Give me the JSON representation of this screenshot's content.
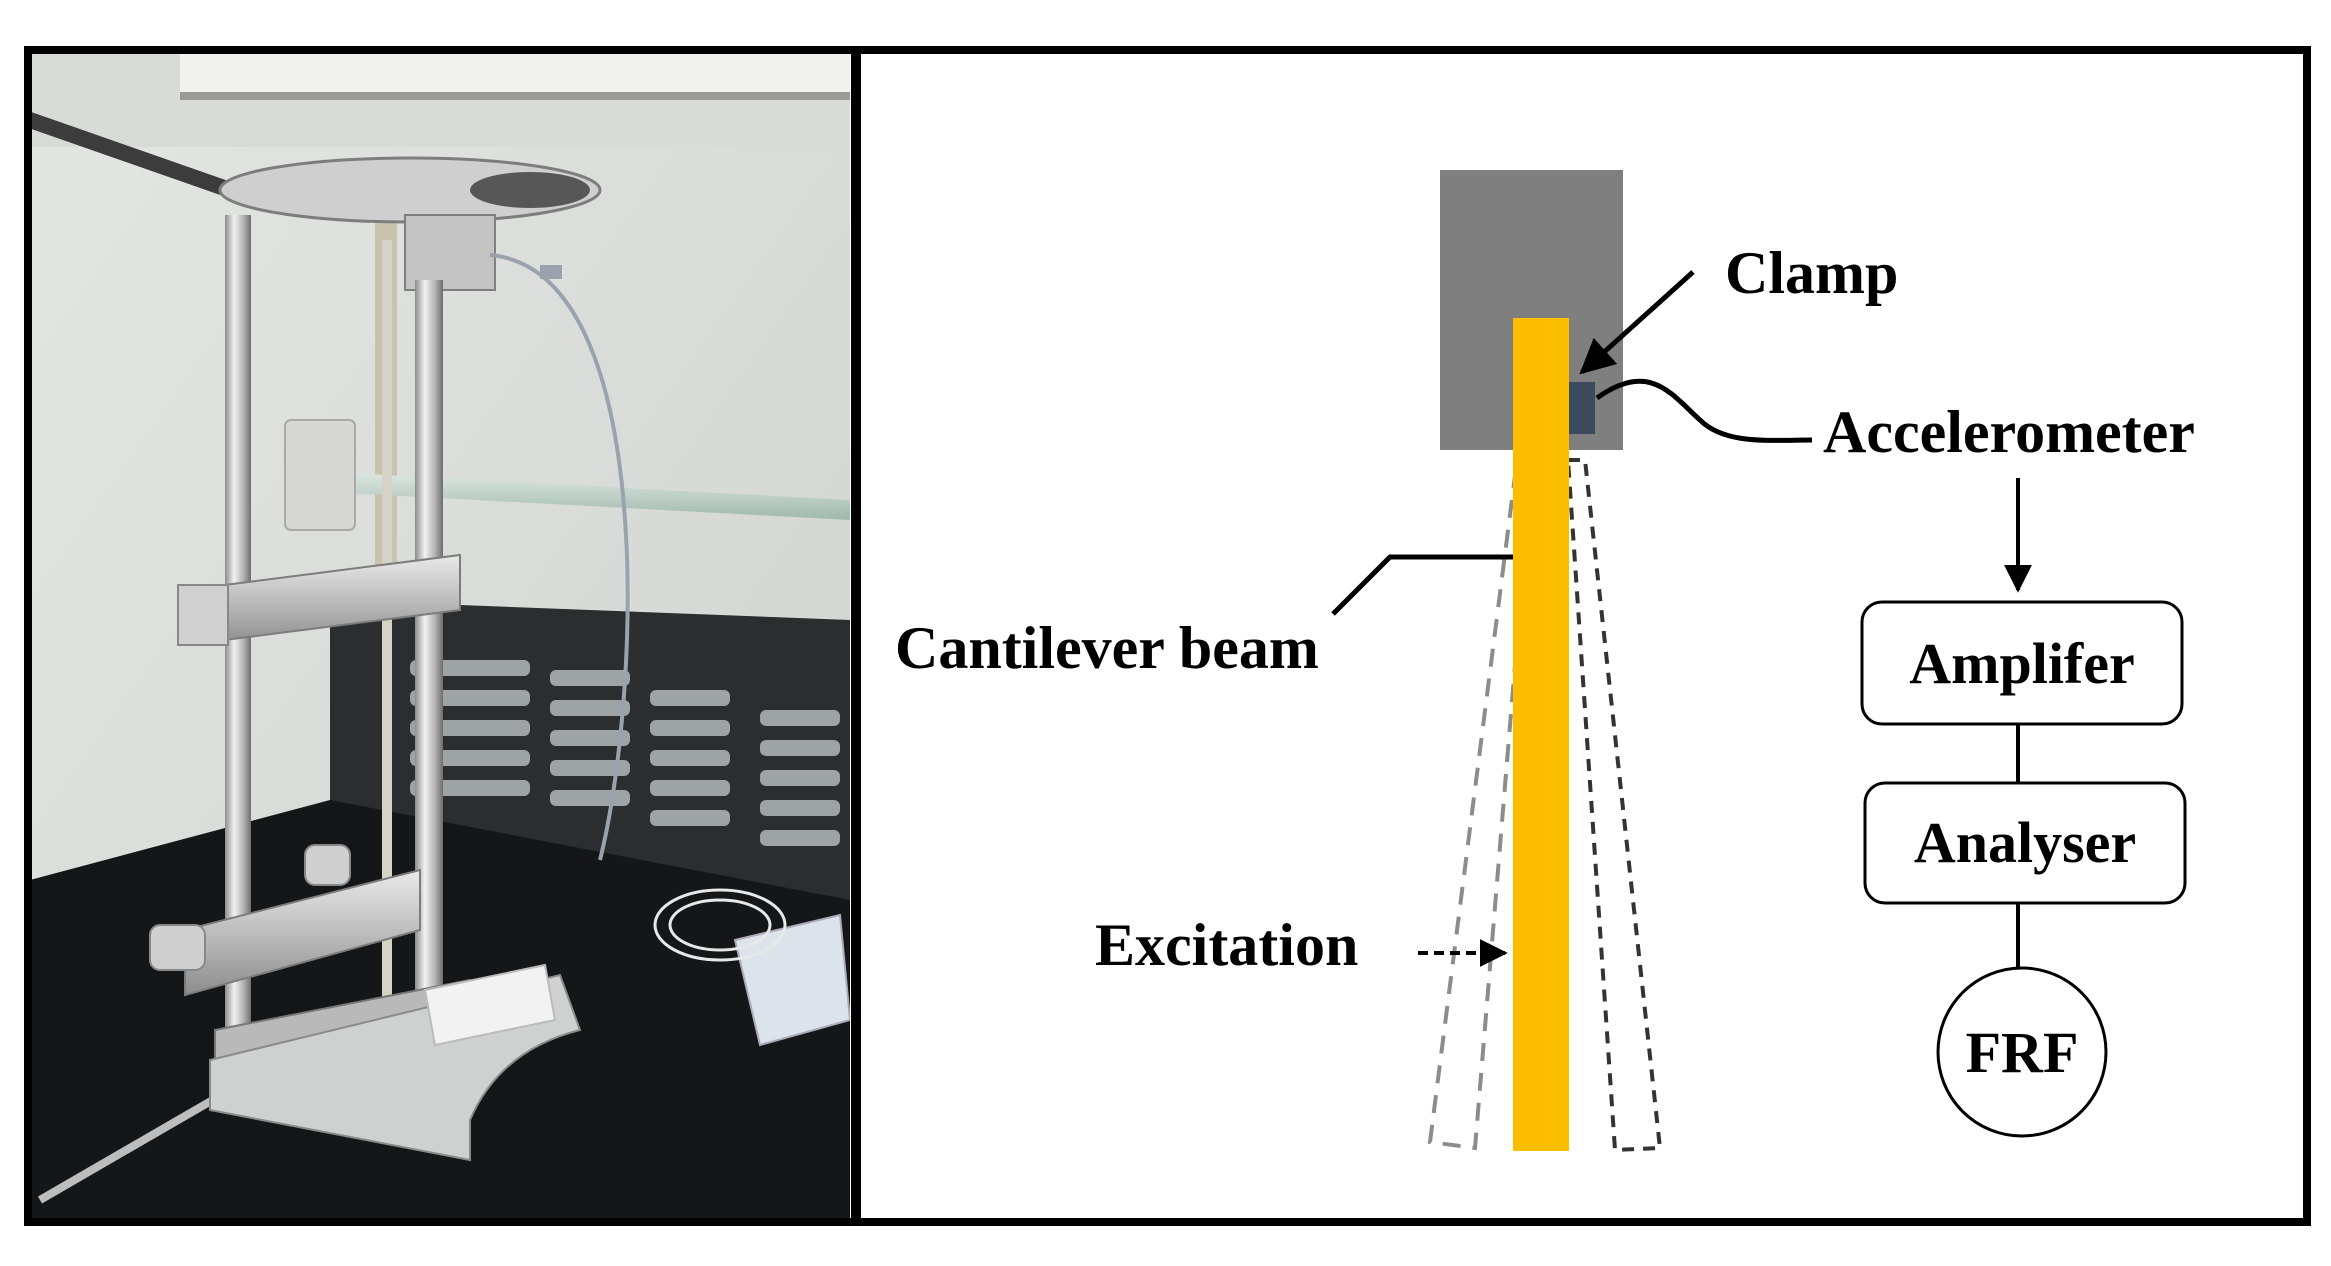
{
  "labels": {
    "clamp": "Clamp",
    "accelerometer": "Accelerometer",
    "cantilever": "Cantilever beam",
    "excitation": "Excitation",
    "amplifier": "Amplifer",
    "analyser": "Analyser",
    "frf": "FRF"
  },
  "colors": {
    "beam": "#FDBE00",
    "clamp": "#7F7F7F",
    "accelerometer": "#3B4A5C",
    "frame": "#000000"
  },
  "photo": {
    "description_icon": "experimental-rig-photo"
  }
}
